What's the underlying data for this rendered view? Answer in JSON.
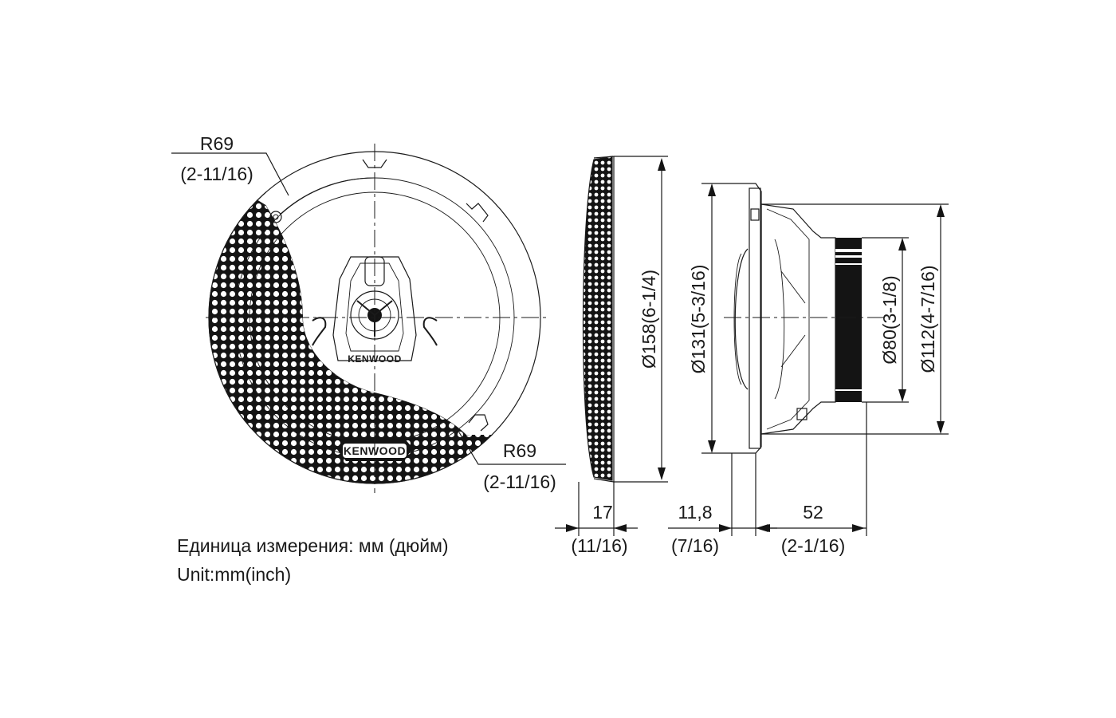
{
  "radius_top": {
    "value": "R69",
    "inch": "(2-11/16)"
  },
  "radius_bottom": {
    "value": "R69",
    "inch": "(2-11/16)"
  },
  "brand": {
    "center_logo": "KENWOOD",
    "grille_logo": "KENWOOD"
  },
  "dim_diameters": {
    "grille": "Ø158(6-1/4)",
    "mount": "Ø131(5-3/16)",
    "magnet": "Ø80(3-1/8)",
    "frame": "Ø112(4-7/16)"
  },
  "dim_depths": {
    "grille_depth": {
      "value": "17",
      "inch": "(11/16)"
    },
    "flange_depth": {
      "value": "11,8",
      "inch": "(7/16)"
    },
    "mount_depth": {
      "value": "52",
      "inch": "(2-1/16)"
    }
  },
  "units": {
    "ru": "Единица измерения: мм (дюйм)",
    "en": "Unit:mm(inch)"
  }
}
